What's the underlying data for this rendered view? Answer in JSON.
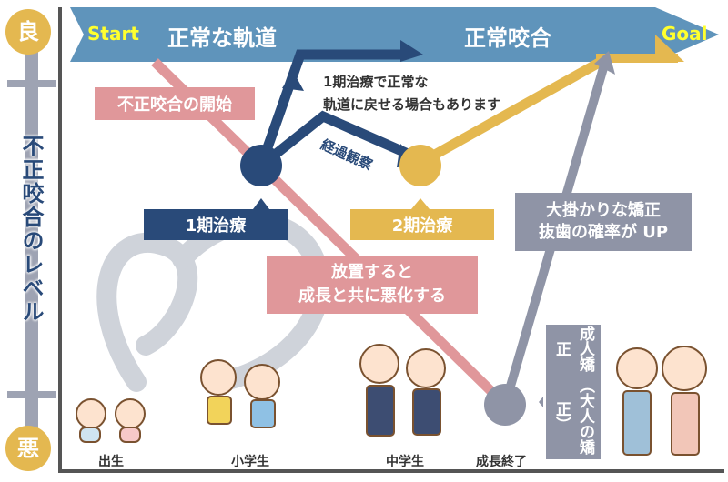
{
  "axis": {
    "top_label": "良",
    "bottom_label": "悪",
    "title": "不正咬合のレベル"
  },
  "banner": {
    "start": "Start",
    "left_title": "正常な軌道",
    "right_title": "正常咬合",
    "goal": "Goal"
  },
  "labels": {
    "malocclusion_start": "不正咬合の開始",
    "phase1_note_line1": "1期治療で正常な",
    "phase1_note_line2": "軌道に戻せる場合もあります",
    "observation": "経過観察",
    "phase1": "1期治療",
    "phase2": "2期治療",
    "major_line1": "大掛かりな矯正",
    "major_line2": "抜歯の確率が UP",
    "neglect_line1": "放置すると",
    "neglect_line2": "成長と共に悪化する",
    "adult_line1": "成人矯正",
    "adult_line2": "（大人の矯正）"
  },
  "stages": [
    {
      "label": "出生"
    },
    {
      "label": "小学生"
    },
    {
      "label": "中学生"
    },
    {
      "label": "成長終了"
    }
  ],
  "colors": {
    "banner": "#5f94bb",
    "navy": "#294a79",
    "gold": "#e4b850",
    "pink": "#e0979a",
    "gray": "#8f94a6",
    "axis": "#9ea3b3"
  }
}
